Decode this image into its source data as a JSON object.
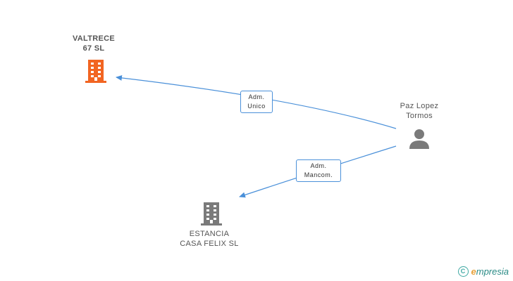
{
  "nodes": {
    "company_main": {
      "line1": "VALTRECE",
      "line2": "67 SL",
      "color": "#f26522"
    },
    "company_second": {
      "line1": "ESTANCIA",
      "line2": "CASA FELIX  SL",
      "color": "#7a7a7a"
    },
    "person": {
      "line1": "Paz Lopez",
      "line2": "Tormos",
      "color": "#7a7a7a"
    }
  },
  "edges": [
    {
      "line1": "Adm.",
      "line2": "Unico"
    },
    {
      "line1": "Adm.",
      "line2": "Mancom."
    }
  ],
  "edge_color": "#4a90d9",
  "brand": {
    "copyright_symbol": "C",
    "initial": "e",
    "rest": "mpresia"
  }
}
